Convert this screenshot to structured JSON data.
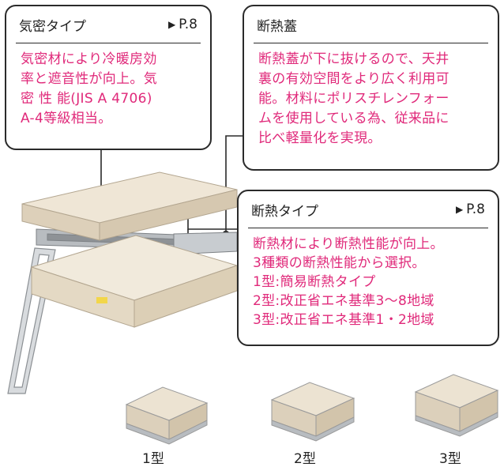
{
  "callouts": {
    "airtight": {
      "title": "気密タイプ",
      "page_ref": "P.8",
      "body": "気密材により冷暖房効\n率と遮音性が向上。気\n密 性 能(JIS A 4706)\nA-4等級相当。"
    },
    "lid": {
      "title": "断熱蓋",
      "body": "断熱蓋が下に抜けるので、天井\n裏の有効空間をより広く利用可\n能。材料にポリスチレンフォー\nムを使用している為、従来品に\n比べ軽量化を実現。"
    },
    "insulated": {
      "title": "断熱タイプ",
      "page_ref": "P.8",
      "body": "断熱材により断熱性能が向上。\n3種類の断熱性能から選択。\n1型:簡易断熱タイプ\n2型:改正省エネ基準3〜8地域\n3型:改正省エネ基準1・2地域"
    }
  },
  "types": {
    "type1": "1型",
    "type2": "2型",
    "type3": "3型"
  },
  "colors": {
    "accent": "#e0297a",
    "border": "#2a2a2a",
    "panel": "#e7dccb",
    "frame": "#b8bcc0"
  }
}
